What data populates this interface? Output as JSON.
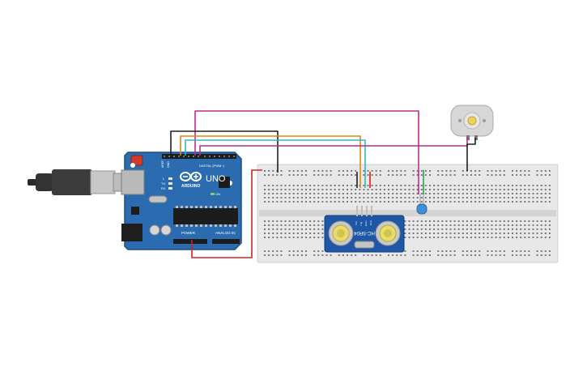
{
  "arduino": {
    "logo_text": "ARDUINO",
    "model_label": "UNO",
    "digital_header_label": "DIGITAL (PWM~)",
    "power_header_label": "POWER",
    "analog_header_label": "ANALOG IN",
    "aref_label": "AREF",
    "gnd_label": "GND",
    "tx_label": "TX",
    "rx_label": "RX",
    "l_label": "L",
    "on_label": "ON"
  },
  "sensor": {
    "model_label": "HC-SR04",
    "pin_labels": [
      "Vcc",
      "Trig",
      "Echo",
      "Gnd"
    ]
  },
  "colors": {
    "board_blue": "#2b6cb0",
    "breadboard": "#e8e8e8",
    "wire_black": "#202020",
    "wire_orange": "#d88a12",
    "wire_teal": "#3ab5c0",
    "wire_magenta": "#b82f8e",
    "wire_red": "#d62020",
    "wire_green": "#2aa840"
  }
}
